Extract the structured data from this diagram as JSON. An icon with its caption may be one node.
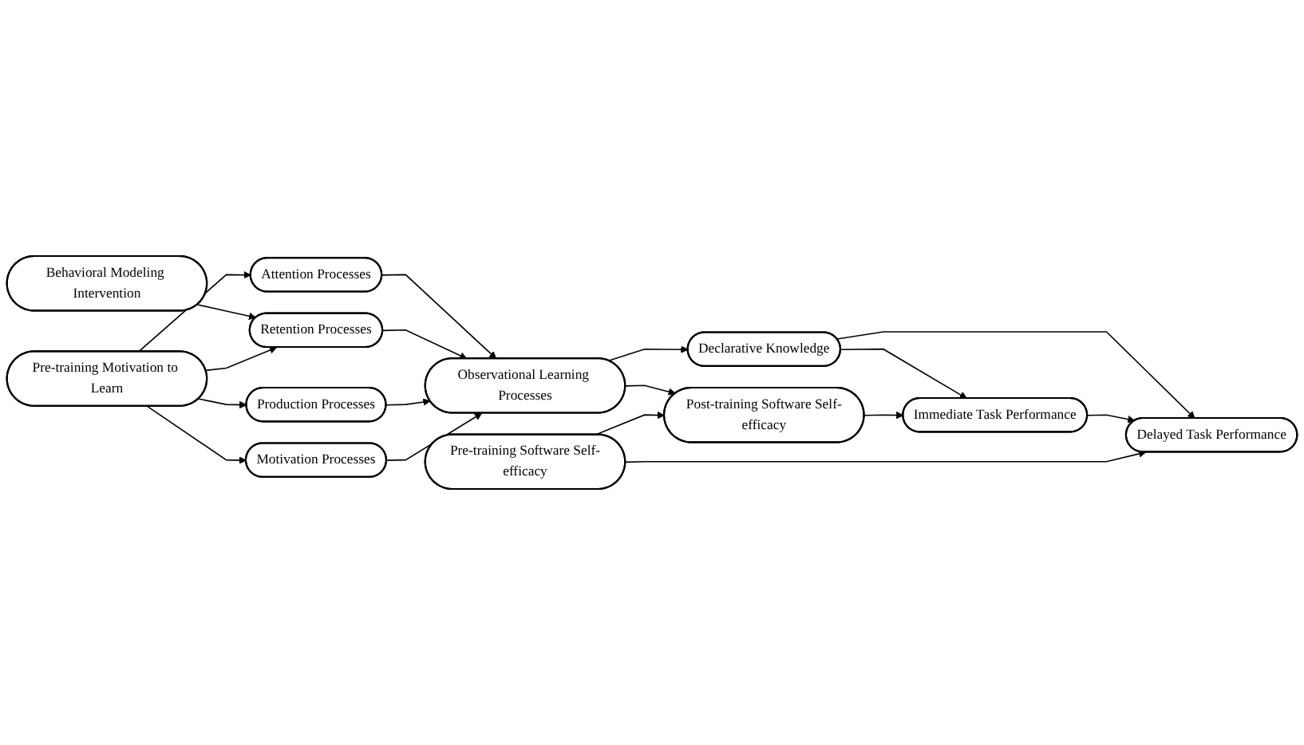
{
  "diagram": {
    "nodes": [
      {
        "text": [
          "Attention Processes"
        ]
      },
      {
        "text": [
          "Behavioral Modeling Intervention"
        ]
      },
      {
        "text": [
          "Retention Processes"
        ]
      },
      {
        "text": [
          "Pre-training Motivation to Learn"
        ]
      },
      {
        "text": [
          "Production Processes"
        ]
      },
      {
        "text": [
          "Motivation Processes"
        ]
      },
      {
        "text": [
          "Observational Learning Processes"
        ]
      },
      {
        "text": [
          "Declarative Knowledge"
        ]
      },
      {
        "text": [
          "Immediate Task Performance"
        ]
      },
      {
        "text": [
          "Delayed Task Performance"
        ]
      },
      {
        "text": [
          "Post-training Software Self-efficacy"
        ]
      },
      {
        "text": [
          "Pre-training Software Self-efficacy"
        ]
      }
    ],
    "edges": [
      {
        "from": 1,
        "to": 2,
        "arrow": "to"
      },
      {
        "from": 3,
        "to": 0,
        "arrow": "to"
      },
      {
        "from": 3,
        "to": 2,
        "arrow": "to"
      },
      {
        "from": 3,
        "to": 4,
        "arrow": "to"
      },
      {
        "from": 3,
        "to": 5,
        "arrow": "to"
      },
      {
        "from": 0,
        "to": 6,
        "arrow": "to"
      },
      {
        "from": 2,
        "to": 6,
        "arrow": "to"
      },
      {
        "from": 4,
        "to": 6,
        "arrow": "to"
      },
      {
        "from": 5,
        "to": 6,
        "arrow": "to"
      },
      {
        "from": 6,
        "to": 7,
        "arrow": "to"
      },
      {
        "from": 6,
        "to": 10,
        "arrow": "to"
      },
      {
        "from": 7,
        "to": 8,
        "arrow": "to"
      },
      {
        "from": 7,
        "to": 9,
        "arrow": "to"
      },
      {
        "from": 10,
        "to": 8,
        "arrow": "to"
      },
      {
        "from": 8,
        "to": 9,
        "arrow": "to"
      },
      {
        "from": 11,
        "to": 10,
        "arrow": "to"
      },
      {
        "from": 11,
        "to": 9,
        "arrow": "to"
      }
    ]
  }
}
